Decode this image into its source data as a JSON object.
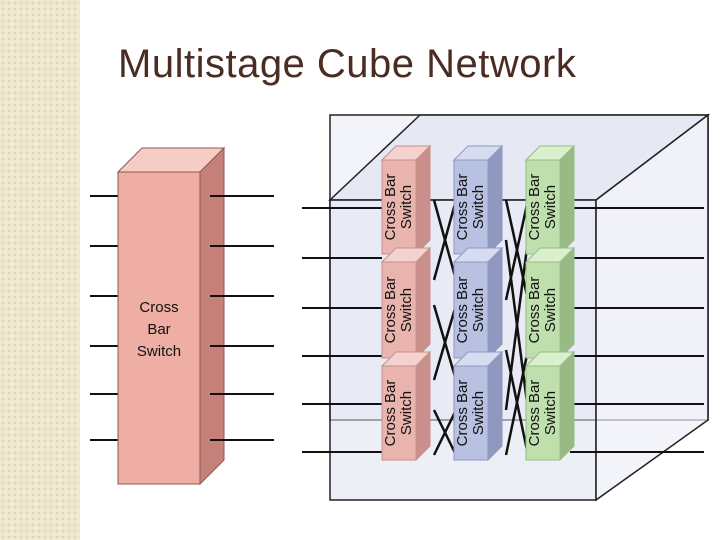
{
  "slide": {
    "title": "Multistage Cube Network"
  },
  "single_switch": {
    "label_lines": [
      "Cross",
      "Bar",
      "Switch"
    ],
    "face_color": "#eeaea4",
    "side_color": "#c6807a",
    "top_color": "#f6cdc5"
  },
  "cube": {
    "stages": [
      {
        "name": "stage-1",
        "face_color": "#eab4ae",
        "side_color": "#c98f8a",
        "top_color": "#f4d3cf",
        "switches": [
          {
            "line1": "Cross Bar",
            "line2": "Switch"
          },
          {
            "line1": "Cross Bar",
            "line2": "Switch"
          },
          {
            "line1": "Cross Bar",
            "line2": "Switch"
          }
        ]
      },
      {
        "name": "stage-2",
        "face_color": "#b8c1e2",
        "side_color": "#8f98bf",
        "top_color": "#d6dcf1",
        "switches": [
          {
            "line1": "Cross Bar",
            "line2": "Switch"
          },
          {
            "line1": "Cross Bar",
            "line2": "Switch"
          },
          {
            "line1": "Cross Bar",
            "line2": "Switch"
          }
        ]
      },
      {
        "name": "stage-3",
        "face_color": "#bfe0ad",
        "side_color": "#98bb85",
        "top_color": "#daf0cd",
        "switches": [
          {
            "line1": "Cross Bar",
            "line2": "Switch"
          },
          {
            "line1": "Cross Bar",
            "line2": "Switch"
          },
          {
            "line1": "Cross Bar",
            "line2": "Switch"
          }
        ]
      }
    ],
    "inputs_count": 6,
    "outputs_count": 6
  },
  "colors": {
    "title": "#4a2c22",
    "line": "#111111",
    "cube_fill": "#dfe2f0",
    "cube_stroke": "#222222"
  }
}
